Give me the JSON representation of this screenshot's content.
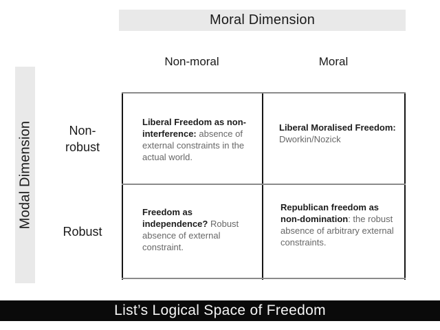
{
  "matrix": {
    "title_top": "Moral Dimension",
    "title_left": "Modal Dimension",
    "col_labels": [
      "Non-moral",
      "Moral"
    ],
    "row_labels": [
      {
        "lines": [
          "Non-",
          "robust"
        ]
      },
      {
        "lines": [
          "Robust"
        ]
      }
    ],
    "cells": {
      "non_robust_non_moral": {
        "lead": "Liberal Freedom as non-interference:",
        "rest": " absence of external constraints in the actual world."
      },
      "non_robust_moral": {
        "lead": "Liberal Moralised Freedom:",
        "rest": " Dworkin/Nozick"
      },
      "robust_non_moral": {
        "lead": "Freedom as independence?",
        "rest": " Robust absence of external constraint."
      },
      "robust_moral": {
        "lead": "Republican freedom as non-domination",
        "rest": ": the robust absence of arbitrary external constraints."
      }
    }
  },
  "footer": {
    "caption": "List’s Logical Space of Freedom"
  },
  "colors": {
    "header_bar_gray": "#e9e9e9",
    "grid_horizontal_line": "#8a8a8a",
    "grid_vertical_line": "#151515",
    "cell_body_text": "#676767",
    "cell_lead_text": "#1c1c1c",
    "footer_background": "#0a0a0a",
    "footer_text": "#f5f5f5"
  }
}
